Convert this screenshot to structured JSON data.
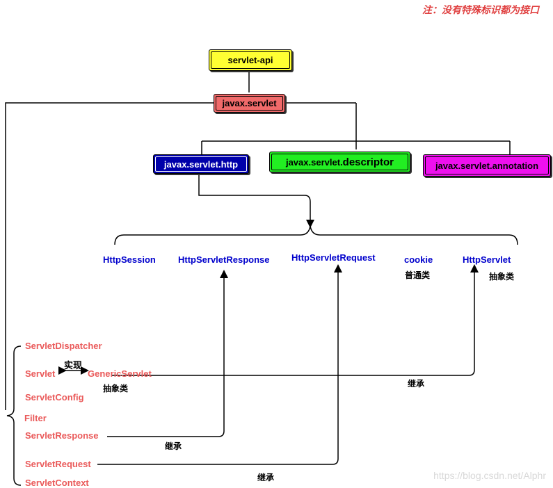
{
  "note": "注：没有特殊标识都为接口",
  "watermark": "https://blog.csdn.net/Alphr",
  "colors": {
    "servlet_api": "#ffff33",
    "javax_servlet": "#f06a6a",
    "http": "#0000aa",
    "descriptor": "#22ee22",
    "annotation": "#ee10ee",
    "left_label": "#ea5a5a",
    "blue_label": "#0000cc"
  },
  "boxes": {
    "servlet_api": "servlet-api",
    "javax_servlet": "javax.servlet",
    "http": "javax.servlet.http",
    "descriptor_prefix": "javax.servlet.",
    "descriptor_suffix": "descriptor",
    "annotation": "javax.servlet.annotation"
  },
  "http_members": {
    "session": "HttpSession",
    "response": "HttpServletResponse",
    "request": "HttpServletRequest",
    "cookie": "cookie",
    "cookie_note": "普通类",
    "servlet": "HttpServlet",
    "servlet_note": "抽象类"
  },
  "servlet_members": {
    "dispatcher": "ServletDispatcher",
    "servlet": "Servlet",
    "implements": "实现",
    "generic": "GenericServlet",
    "generic_note": "抽象类",
    "config": "ServletConfig",
    "filter": "Filter",
    "response": "ServletResponse",
    "request": "ServletRequest",
    "context": "ServletContext"
  },
  "relations": {
    "inherit_1": "继承",
    "inherit_2": "继承",
    "inherit_3": "继承"
  }
}
